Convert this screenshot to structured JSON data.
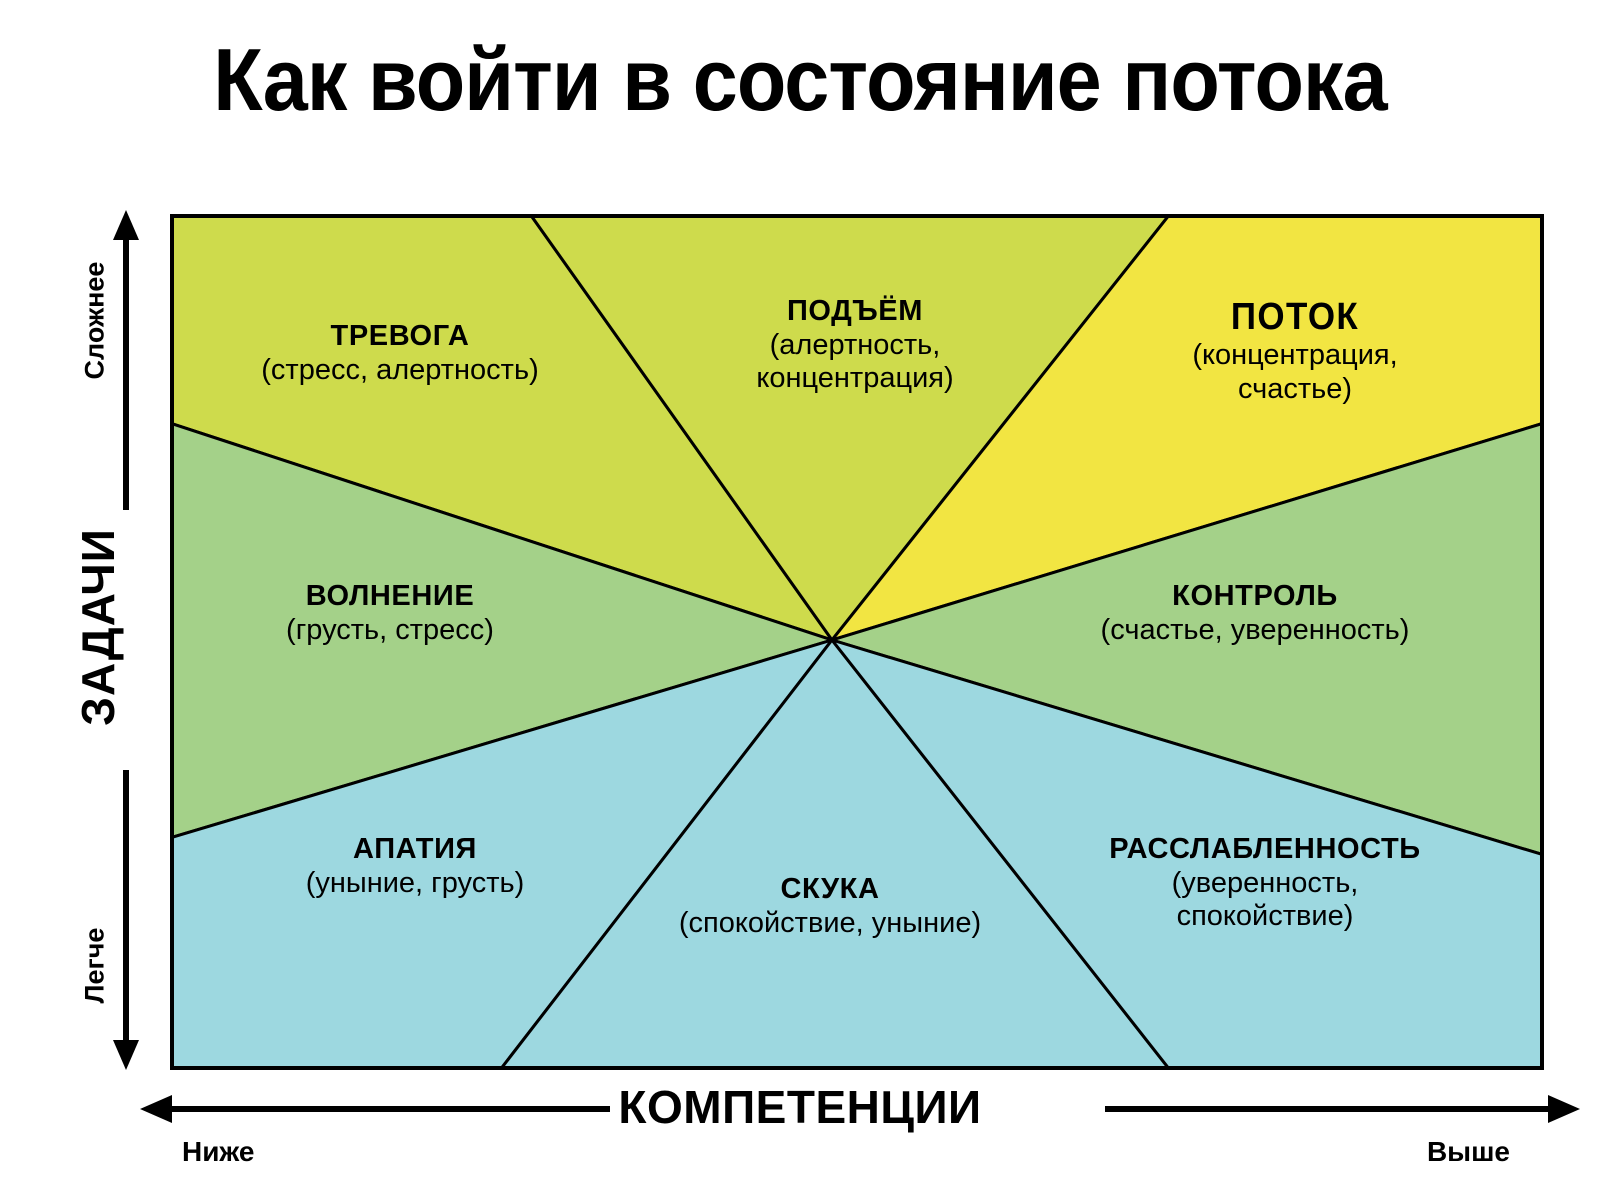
{
  "title": "Как войти в состояние потока",
  "axes": {
    "y": {
      "title": "ЗАДАЧИ",
      "high_label": "Сложнее",
      "low_label": "Легче"
    },
    "x": {
      "title": "КОМПЕТЕНЦИИ",
      "low_label": "Ниже",
      "high_label": "Выше"
    }
  },
  "colors": {
    "yellow_green": "#CEDB4C",
    "flow_yellow": "#F2E542",
    "green": "#A4D189",
    "blue": "#9DD8E0",
    "line": "#000000",
    "background": "#FFFFFF"
  },
  "chart_data": {
    "type": "pie",
    "title": "Как войти в состояние потока",
    "xlabel": "КОМПЕТЕНЦИИ",
    "ylabel": "ЗАДАЧИ",
    "layout": "eight radial sectors converging at a central point; x = skill level (low→high), y = challenge level (easy→hard)",
    "center_point": [
      832,
      640
    ],
    "categories": [
      "ТРЕВОГА",
      "ПОДЪЁМ",
      "ПОТОК",
      "ВОЛНЕНИЕ",
      "КОНТРОЛЬ",
      "АПАТИЯ",
      "СКУКА",
      "РАССЛАБЛЕННОСТЬ"
    ],
    "sectors": [
      {
        "name": "ТРЕВОГА",
        "emotions": "(стресс, алертность)",
        "color": "#CEDB4C",
        "skill": "low",
        "challenge": "high",
        "position": "top-left"
      },
      {
        "name": "ПОДЪЁМ",
        "emotions": "(алертность,\nконцентрация)",
        "color": "#CEDB4C",
        "skill": "medium",
        "challenge": "high",
        "position": "top-center"
      },
      {
        "name": "ПОТОК",
        "emotions": "(концентрация,\nсчастье)",
        "color": "#F2E542",
        "skill": "high",
        "challenge": "high",
        "position": "top-right",
        "highlighted": true
      },
      {
        "name": "ВОЛНЕНИЕ",
        "emotions": "(грусть, стресс)",
        "color": "#A4D189",
        "skill": "low",
        "challenge": "medium",
        "position": "middle-left"
      },
      {
        "name": "КОНТРОЛЬ",
        "emotions": "(счастье, уверенность)",
        "color": "#A4D189",
        "skill": "high",
        "challenge": "medium",
        "position": "middle-right"
      },
      {
        "name": "АПАТИЯ",
        "emotions": "(уныние, грусть)",
        "color": "#9DD8E0",
        "skill": "low",
        "challenge": "low",
        "position": "bottom-left"
      },
      {
        "name": "СКУКА",
        "emotions": "(спокойствие, уныние)",
        "color": "#9DD8E0",
        "skill": "medium",
        "challenge": "low",
        "position": "bottom-center"
      },
      {
        "name": "РАССЛАБЛЕННОСТЬ",
        "emotions": "(уверенность,\nспокойствие)",
        "color": "#9DD8E0",
        "skill": "high",
        "challenge": "low",
        "position": "bottom-right"
      }
    ]
  },
  "sector_text": {
    "anxiety": {
      "name": "ТРЕВОГА",
      "line1": "(стресс, алертность)",
      "line2": ""
    },
    "arousal": {
      "name": "ПОДЪЁМ",
      "line1": "(алертность,",
      "line2": "концентрация)"
    },
    "flow": {
      "name": "ПОТОК",
      "line1": "(концентрация,",
      "line2": "счастье)"
    },
    "worry": {
      "name": "ВОЛНЕНИЕ",
      "line1": "(грусть, стресс)",
      "line2": ""
    },
    "control": {
      "name": "КОНТРОЛЬ",
      "line1": "(счастье, уверенность)",
      "line2": ""
    },
    "apathy": {
      "name": "АПАТИЯ",
      "line1": "(уныние, грусть)",
      "line2": ""
    },
    "boredom": {
      "name": "СКУКА",
      "line1": "(спокойствие, уныние)",
      "line2": ""
    },
    "relax": {
      "name": "РАССЛАБЛЕННОСТЬ",
      "line1": "(уверенность,",
      "line2": "спокойствие)"
    }
  }
}
